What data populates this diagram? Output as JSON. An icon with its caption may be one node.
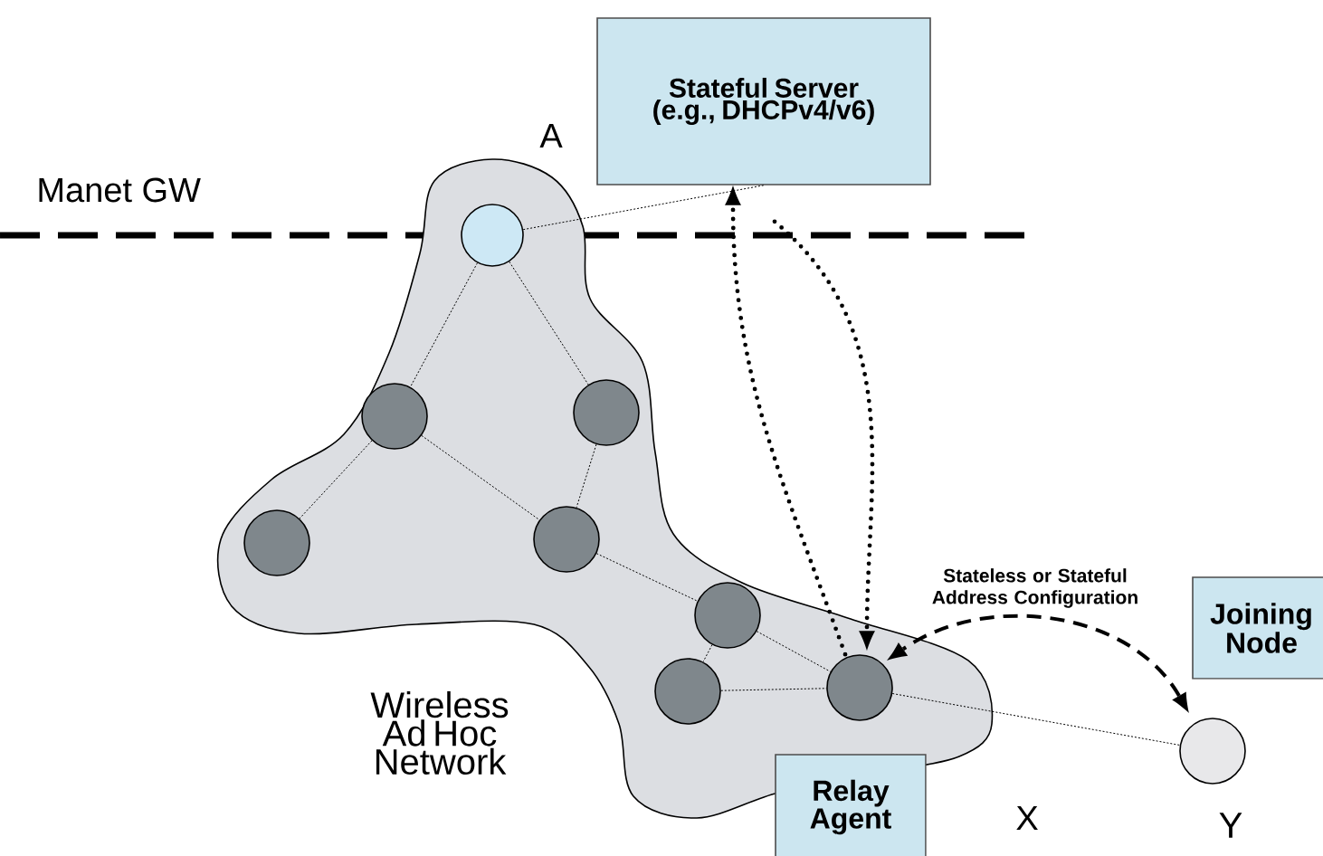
{
  "diagram": {
    "nodes": [
      {
        "text": [],
        "shape": "cloud",
        "beside": [
          "Wireless Ad Hoc Network"
        ]
      },
      {
        "text": [],
        "shape": "circle",
        "in": 0
      },
      {
        "text": [],
        "shape": "circle",
        "in": 0
      },
      {
        "text": [],
        "shape": "circle",
        "in": 0
      },
      {
        "text": [],
        "shape": "circle",
        "in": 0
      },
      {
        "text": [],
        "shape": "circle",
        "in": 0
      },
      {
        "text": [],
        "shape": "circle",
        "in": 0
      },
      {
        "text": [],
        "shape": "circle",
        "in": 0
      },
      {
        "text": [],
        "shape": "circle",
        "in": 0
      },
      {
        "text": [],
        "shape": "circle",
        "beside": [
          "Y"
        ]
      },
      {
        "text": [
          "Stateful Server (e.g., DHCPv4/v6)"
        ]
      },
      {
        "text": [
          "Relay Agent"
        ]
      },
      {
        "text": [
          "Joining Node"
        ]
      }
    ],
    "edges": [
      {
        "from": 1,
        "to": 2,
        "arrow": "none"
      },
      {
        "from": 1,
        "to": 3,
        "arrow": "none"
      },
      {
        "from": 2,
        "to": 4,
        "arrow": "none"
      },
      {
        "from": 2,
        "to": 5,
        "arrow": "none"
      },
      {
        "from": 3,
        "to": 5,
        "arrow": "none"
      },
      {
        "from": 5,
        "to": 6,
        "arrow": "none"
      },
      {
        "from": 6,
        "to": 7,
        "arrow": "none"
      },
      {
        "from": 6,
        "to": 8,
        "arrow": "none"
      },
      {
        "from": 7,
        "to": 8,
        "arrow": "none"
      },
      {
        "from": 8,
        "to": 9,
        "arrow": "none"
      },
      {
        "from": 1,
        "to": 10,
        "arrow": "none"
      },
      {
        "from": 8,
        "to": 10,
        "arrow": "to",
        "style": "dashed"
      },
      {
        "from": 10,
        "to": 8,
        "arrow": "to",
        "style": "dashed"
      },
      {
        "from": 9,
        "to": 8,
        "arrow": "both",
        "style": "dashed",
        "label": "Stateless or Stateful Address Configuration"
      }
    ],
    "labels": [
      "A",
      "Manet GW",
      "X"
    ]
  }
}
